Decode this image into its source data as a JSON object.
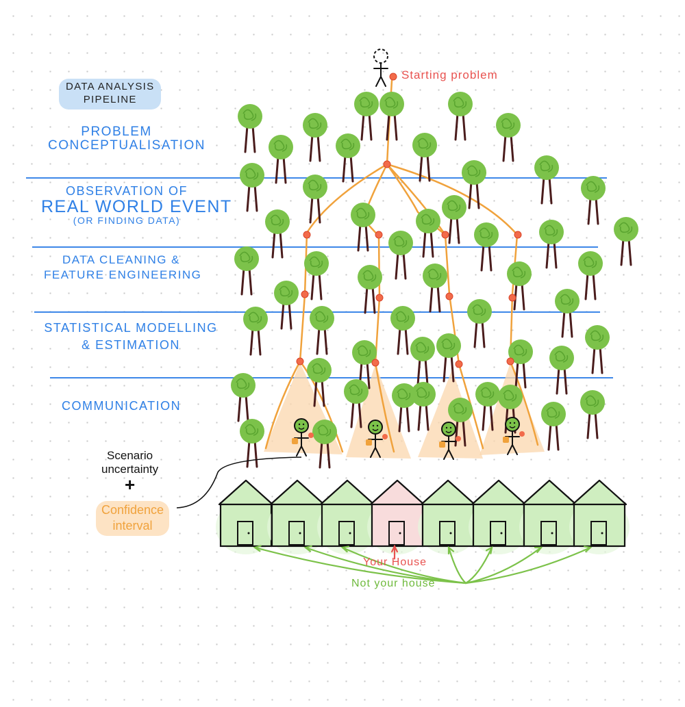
{
  "title": {
    "line1": "Data Analysis",
    "line2": "Pipeline"
  },
  "stages": [
    {
      "line1": "Problem",
      "line2": "Conceptualisation"
    },
    {
      "line1": "Observation of",
      "line2": "Real World Event",
      "line3": "(or finding data)"
    },
    {
      "line1": "Data cleaning &",
      "line2": "Feature Engineering"
    },
    {
      "line1": "Statistical Modelling",
      "line2": "& Estimation"
    },
    {
      "line1": "Communication"
    }
  ],
  "annotations": {
    "starting_problem": "Starting problem",
    "scenario_line1": "Scenario",
    "scenario_line2": "uncertainty",
    "plus": "+",
    "confidence_line1": "Confidence",
    "confidence_line2": "interval",
    "your_house": "Your House",
    "not_your_house": "Not your house"
  },
  "colors": {
    "stage_text": "#2f80e6",
    "separator": "#3d87e8",
    "tree_canopy": "#7cc24a",
    "tree_trunk": "#4a1c1c",
    "path": "#f0a23c",
    "node": "#f26b4a",
    "house_fill": "#cfeec0",
    "your_house_fill": "#f8dcdc",
    "starting_text": "#e8524f",
    "confidence_text": "#f0a23c",
    "not_your_house_text": "#7cc24a"
  }
}
